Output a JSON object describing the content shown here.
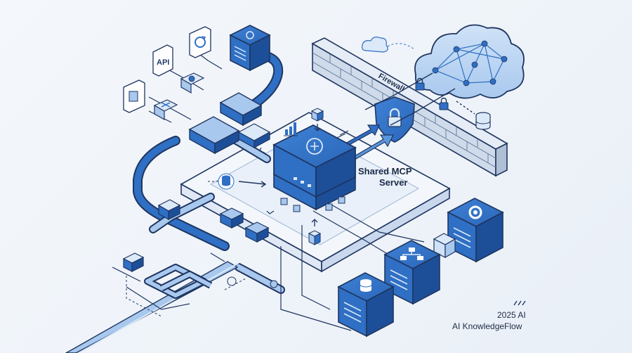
{
  "labels": {
    "firewall": "Firewall",
    "server_line1": "Shared MCP",
    "server_line2": "Server",
    "api": "API",
    "brand_year": "2025 AI",
    "brand_name": "AI KnowledgeFlow"
  },
  "colors": {
    "primary_blue": "#2f6fc4",
    "dark_blue": "#1d4f99",
    "light_blue": "#a8c8ee",
    "pale_blue": "#dce9f8",
    "outline": "#1f3560",
    "wall": "#c9d6e6"
  },
  "icons": [
    "cloud-network-icon",
    "shield-lock-icon",
    "padlock-icon",
    "database-icon",
    "gear-icon",
    "org-chart-icon",
    "bar-chart-icon",
    "api-icon",
    "refresh-icon",
    "document-icon",
    "box-icon"
  ]
}
